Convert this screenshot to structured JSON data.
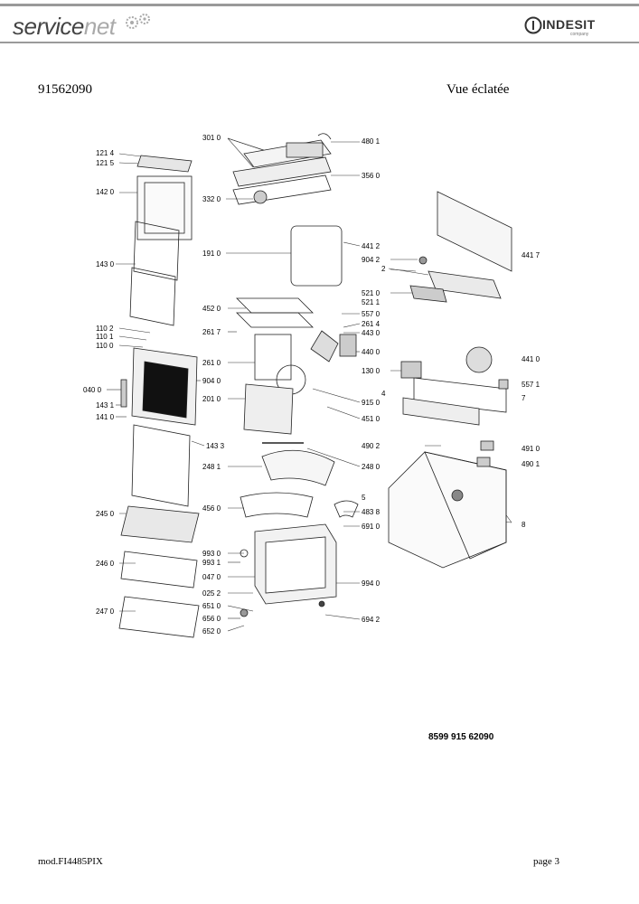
{
  "header": {
    "brand_left_a": "service",
    "brand_left_b": "net",
    "brand_right": "INDESIT",
    "brand_right_sub": "company"
  },
  "document": {
    "number": "91562090",
    "view_title": "Vue éclatée",
    "code": "8599 915 62090",
    "model": "mod.FI4485PIX",
    "page": "page 3"
  },
  "labels": {
    "l3010": "301 0",
    "l4801": "480 1",
    "l1214": "121 4",
    "l1215": "121 5",
    "l3560": "356 0",
    "l1420": "142 0",
    "l3320": "332 0",
    "l4412": "441 2",
    "l1910": "191 0",
    "l4417": "441 7",
    "l9042": "904 2",
    "l2": "2",
    "l1430": "143 0",
    "l5210": "521 0",
    "l5211": "521 1",
    "l4520": "452 0",
    "l5570": "557 0",
    "l1102": "110 2",
    "l2614": "261 4",
    "l2617": "261 7",
    "l4430": "443 0",
    "l1101": "110 1",
    "l1100": "110 0",
    "l4400": "440 0",
    "l4410": "441 0",
    "l2610": "261 0",
    "l1300": "130 0",
    "l9040": "904 0",
    "l5571": "557 1",
    "l0400": "040 0",
    "l2010": "201 0",
    "l4": "4",
    "l7": "7",
    "l9150": "915 0",
    "l1431": "143 1",
    "l1410": "141 0",
    "l4510": "451 0",
    "l4902": "490 2",
    "l1433": "143 3",
    "l4910": "491 0",
    "l4901": "490 1",
    "l2481": "248 1",
    "l2480": "248 0",
    "l5": "5",
    "l4560": "456 0",
    "l4838": "483 8",
    "l2450": "245 0",
    "l6910": "691 0",
    "l8": "8",
    "l9930": "993 0",
    "l9931": "993 1",
    "l2460": "246 0",
    "l0470": "047 0",
    "l9940": "994 0",
    "l0252": "025 2",
    "l6510": "651 0",
    "l2470": "247 0",
    "l6560": "656 0",
    "l6942": "694 2",
    "l6520": "652 0"
  }
}
